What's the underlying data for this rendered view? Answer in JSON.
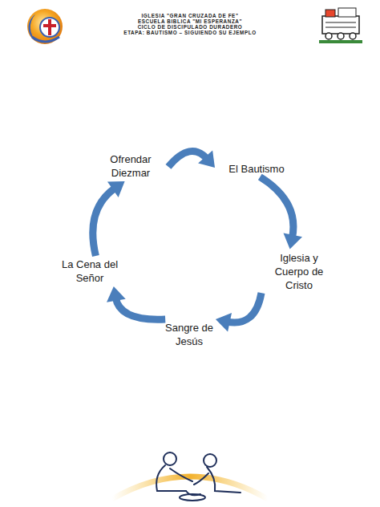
{
  "diagram": {
    "nodes": [
      {
        "text": [
          "Ofrendar Diezmar"
        ]
      },
      {
        "text": [
          "El Bautismo"
        ]
      },
      {
        "text": [
          "Iglesia y Cuerpo de Cristo"
        ]
      },
      {
        "text": [
          "Sangre de Jesús"
        ]
      },
      {
        "text": [
          "La Cena del Señor"
        ]
      }
    ],
    "edges": [
      {
        "from": 0,
        "to": 1,
        "arrow": "to"
      },
      {
        "from": 1,
        "to": 2,
        "arrow": "to"
      },
      {
        "from": 2,
        "to": 3,
        "arrow": "to"
      },
      {
        "from": 3,
        "to": 4,
        "arrow": "to"
      },
      {
        "from": 4,
        "to": 0,
        "arrow": "to"
      }
    ],
    "labels": [
      "IGLESIA \"GRAN CRUZADA DE FE\"",
      "ESCUELA BIBLICA \"MI ESPERANZA\"",
      "CICLO DE DISCIPULADO DURADERO",
      "ETAPA: BAUTISMO – SIGUIENDO SU EJEMPLO"
    ]
  }
}
